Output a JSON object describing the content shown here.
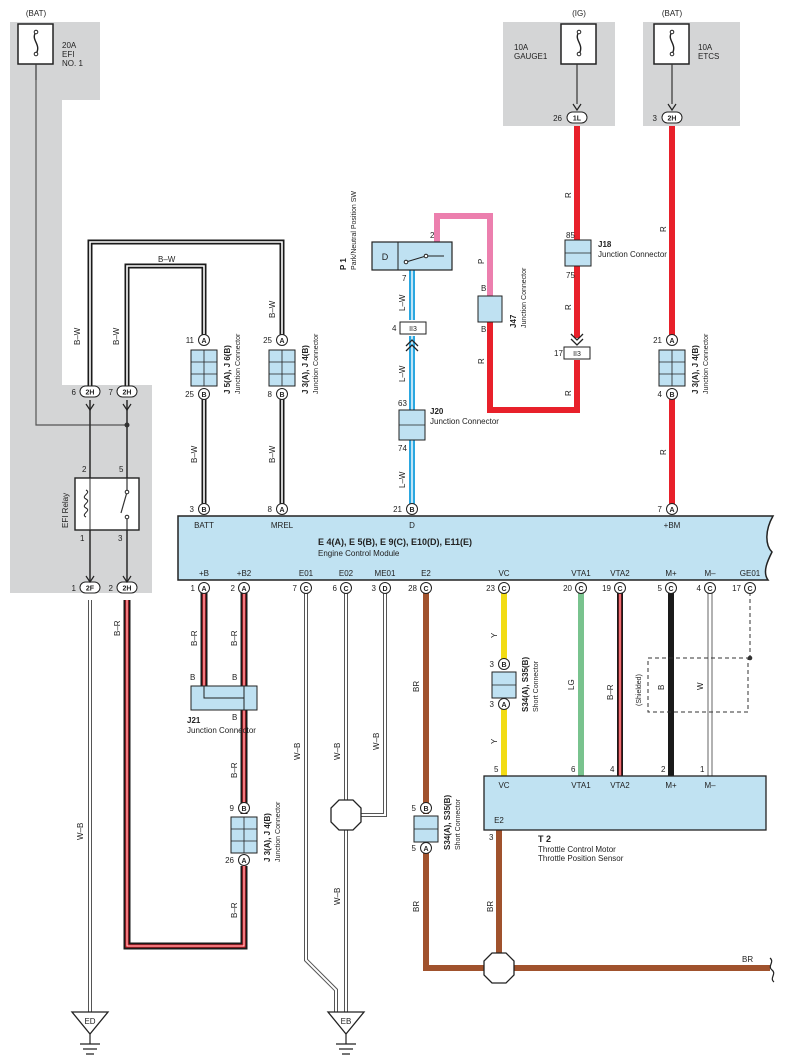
{
  "power": {
    "bat_left": "(BAT)",
    "ig": "(IG)",
    "bat_right": "(BAT)",
    "fuse_efi": [
      "20A",
      "EFI",
      "NO. 1"
    ],
    "fuse_gauge": [
      "10A",
      "GAUGE1"
    ],
    "fuse_etcs": [
      "10A",
      "ETCS"
    ]
  },
  "ecm": {
    "title": "E 4(A), E 5(B), E 9(C), E10(D), E11(E)",
    "subtitle": "Engine Control Module",
    "top_pins": [
      {
        "num": "3",
        "letter": "B",
        "label": "BATT"
      },
      {
        "num": "8",
        "letter": "A",
        "label": "MREL"
      },
      {
        "num": "21",
        "letter": "B",
        "label": "D"
      },
      {
        "num": "7",
        "letter": "A",
        "label": "+BM"
      }
    ],
    "bottom_pins": [
      {
        "num": "1",
        "letter": "A",
        "label": "+B"
      },
      {
        "num": "2",
        "letter": "A",
        "label": "+B2"
      },
      {
        "num": "7",
        "letter": "C",
        "label": "E01"
      },
      {
        "num": "6",
        "letter": "C",
        "label": "E02"
      },
      {
        "num": "3",
        "letter": "D",
        "label": "ME01"
      },
      {
        "num": "28",
        "letter": "C",
        "label": "E2"
      },
      {
        "num": "23",
        "letter": "C",
        "label": "VC"
      },
      {
        "num": "20",
        "letter": "C",
        "label": "VTA1"
      },
      {
        "num": "19",
        "letter": "C",
        "label": "VTA2"
      },
      {
        "num": "5",
        "letter": "C",
        "label": "M+"
      },
      {
        "num": "4",
        "letter": "C",
        "label": "M–"
      },
      {
        "num": "17",
        "letter": "C",
        "label": "GE01"
      }
    ]
  },
  "efi_relay": {
    "label": "EFI Relay",
    "pins": [
      "2",
      "5",
      "1",
      "3"
    ],
    "top_connectors": [
      {
        "num": "6",
        "code": "2H"
      },
      {
        "num": "7",
        "code": "2H"
      }
    ],
    "bottom_connectors": [
      {
        "num": "1",
        "code": "2F"
      },
      {
        "num": "2",
        "code": "2H"
      }
    ]
  },
  "connectors": {
    "j5": {
      "title": "J 5(A), J 6(B)",
      "sub": "Junction Connector",
      "pin_top": "11",
      "letter_top": "A",
      "pin_bottom": "25",
      "letter_bottom": "B"
    },
    "j3a": {
      "title": "J 3(A), J 4(B)",
      "sub": "Junction Connector",
      "pin_top": "25",
      "letter_top": "A",
      "pin_bottom": "8",
      "letter_bottom": "B"
    },
    "p1": {
      "title": "P 1",
      "sub": "Park/Neutral Position SW",
      "d": "D",
      "pin2": "2",
      "pin7": "7"
    },
    "ii3a": {
      "code": "II3",
      "pin": "4"
    },
    "j20": {
      "title": "J20",
      "sub": "Junction Connector",
      "pin_top": "63",
      "pin_bottom": "74"
    },
    "j47": {
      "title": "J47",
      "sub": "Junction Connector",
      "b1": "B",
      "b2": "B"
    },
    "j18": {
      "title": "J18",
      "sub": "Junction Connector",
      "pin_top": "85",
      "pin_bottom": "75"
    },
    "ii3b": {
      "code": "II3",
      "pin": "17"
    },
    "j3b": {
      "title": "J 3(A), J 4(B)",
      "sub": "Junction Connector",
      "pin_top": "21",
      "letter_top": "A",
      "pin_bottom": "4",
      "letter_bottom": "B"
    },
    "gauge_pin": {
      "num": "26",
      "code": "1L"
    },
    "etcs_pin": {
      "num": "3",
      "code": "2H"
    },
    "j21": {
      "title": "J21",
      "sub": "Junction Connector",
      "b": "B"
    },
    "j3c": {
      "title": "J 3(A), J 4(B)",
      "sub": "Junction Connector",
      "pin_top": "9",
      "letter_top": "B",
      "pin_bottom": "26",
      "letter_bottom": "A"
    },
    "s34a": {
      "title": "S34(A), S35(B)",
      "sub": "Short Connector",
      "pin_top": "3",
      "letter_top": "B",
      "pin_bottom": "3",
      "letter_bottom": "A"
    },
    "s34b": {
      "title": "S34(A), S35(B)",
      "sub": "Short Connector",
      "pin_top": "5",
      "letter_top": "B",
      "pin_bottom": "5",
      "letter_bottom": "A"
    }
  },
  "wires": {
    "bw": "B–W",
    "lw": "L–W",
    "p": "P",
    "r": "R",
    "br_red": "B–R",
    "wb": "W–B",
    "br": "BR",
    "y": "Y",
    "lg": "LG",
    "b": "B",
    "w": "W",
    "shielded": "(Shielded)"
  },
  "tps": {
    "title": "T 2",
    "sub1": "Throttle Control Motor",
    "sub2": "Throttle Position Sensor",
    "pins": [
      {
        "num": "5",
        "label": "VC"
      },
      {
        "num": "6",
        "label": "VTA1"
      },
      {
        "num": "4",
        "label": "VTA2"
      },
      {
        "num": "2",
        "label": "M+"
      },
      {
        "num": "1",
        "label": "M–"
      }
    ],
    "e2_label": "E2",
    "e2_pin": "3"
  },
  "grounds": {
    "ed": "ED",
    "eb": "EB"
  },
  "colors": {
    "red": "#e8202a",
    "pink": "#ec7fae",
    "blue": "#2aa7e0",
    "brown": "#a0522d",
    "yellow": "#f2dc14",
    "green": "#79c38e",
    "black": "#1a1a1a",
    "gray_bg": "#d4d5d6",
    "connector": "#bfe1f2",
    "ecm": "#c0e2f2"
  }
}
